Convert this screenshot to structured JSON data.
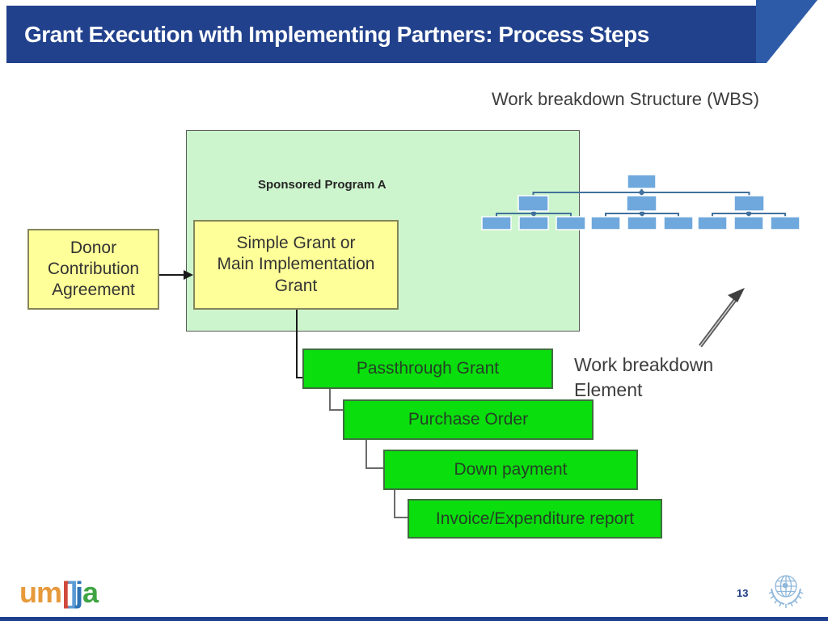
{
  "slide": {
    "title": "Grant Execution with Implementing Partners: Process Steps",
    "page_number": "13"
  },
  "labels": {
    "wbs_heading": "Work breakdown Structure (WBS)",
    "wbs_element_lines": [
      "Work breakdown",
      "Element"
    ],
    "sponsored_program": "Sponsored Program A"
  },
  "boxes": {
    "donor_lines": [
      "Donor",
      "Contribution",
      "Agreement"
    ],
    "simple_grant_lines": [
      "Simple Grant or",
      "Main Implementation",
      "Grant"
    ],
    "cascade": [
      {
        "label": "Passthrough Grant"
      },
      {
        "label": "Purchase Order"
      },
      {
        "label": "Down payment"
      },
      {
        "label": "Invoice/Expenditure report"
      }
    ]
  },
  "logo": {
    "um": "um",
    "bracket_left": "[",
    "bracket_right": "]",
    "j": "j",
    "a": "a"
  },
  "icons": {
    "un_emblem": "un-emblem-icon",
    "wbs_tree": "wbs-tree-icon",
    "pointer_arrow": "arrow-up-right-icon"
  },
  "colors": {
    "header_bar": "#21418c",
    "header_accent": "#2d5ba7",
    "program_fill": "#cdf5cd",
    "yellow_fill": "#ffff99",
    "bright_green_fill": "#0ade0d",
    "tree_box_fill": "#6fa8dc",
    "tree_connector": "#41719c",
    "page_number_blue": "#1f3c87"
  }
}
